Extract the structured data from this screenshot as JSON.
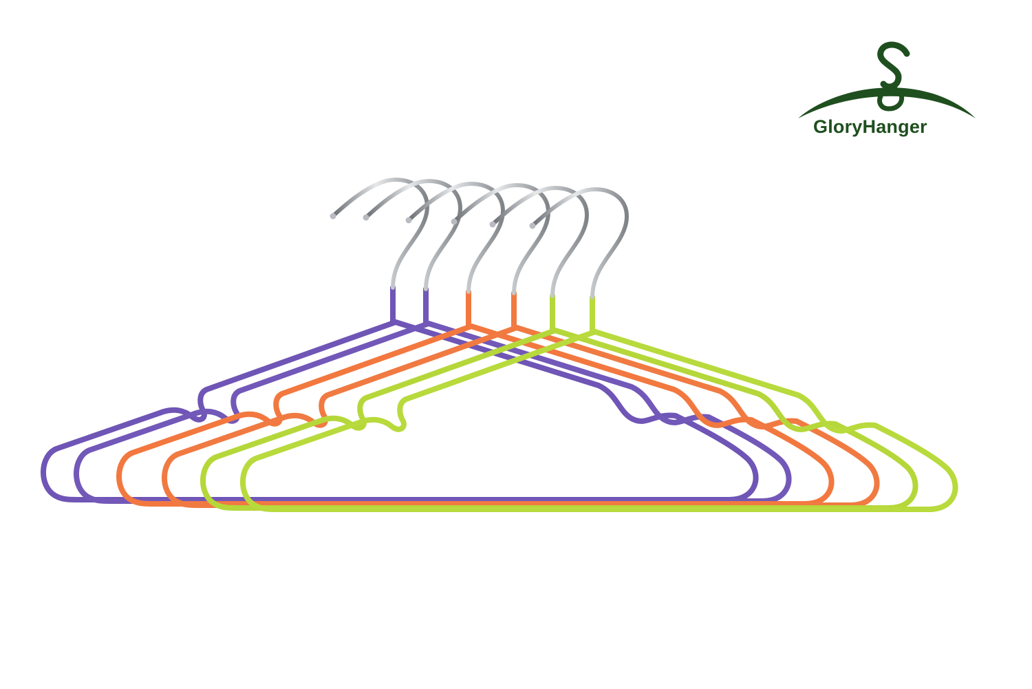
{
  "logo": {
    "brand_name": "GloryHanger",
    "color": "#1f4f1f"
  },
  "hangers": [
    {
      "color_name": "purple",
      "color": "#6f55b5"
    },
    {
      "color_name": "purple",
      "color": "#7258b8"
    },
    {
      "color_name": "orange",
      "color": "#f2783f"
    },
    {
      "color_name": "orange",
      "color": "#f07a42"
    },
    {
      "color_name": "lime-green",
      "color": "#b5d73a"
    },
    {
      "color_name": "lime-green",
      "color": "#b8da3c"
    }
  ],
  "hook_color": "#9a9ea3"
}
